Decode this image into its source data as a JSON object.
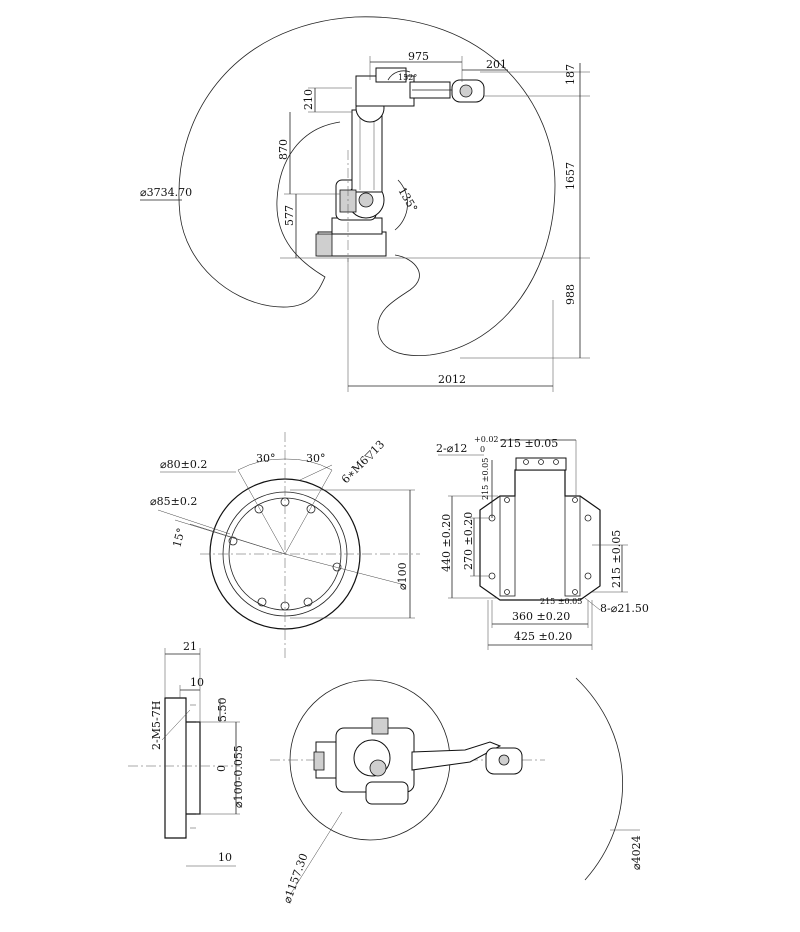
{
  "side_view": {
    "reach_975": "975",
    "flange_201": "201",
    "top_187": "187",
    "offset_210": "210",
    "arm_870": "870",
    "height_1657": "1657",
    "base_577": "577",
    "radius_3734": "⌀3734.70",
    "angle_135": "135°",
    "depth_988": "988",
    "reach_2012": "2012",
    "wrist_angle": "152°"
  },
  "flange_view": {
    "d80": "⌀80±0.2",
    "d85": "⌀85±0.2",
    "a30_left": "30°",
    "a30_right": "30°",
    "a15": "15°",
    "holes": "6∗M6▽13",
    "d100": "⌀100"
  },
  "base_view": {
    "pins": "2-⌀12",
    "pin_tol_top": "+0.02",
    "pin_tol_bot": "0",
    "top_215": "215 ±0.05",
    "left_215": "215 ±0.05",
    "h440": "440 ±0.20",
    "h270": "270 ±0.20",
    "right_215": "215 ±0.05",
    "bot_215": "215 ±0.05",
    "holes": "8-⌀21.50",
    "w360": "360 ±0.20",
    "w425": "425 ±0.20"
  },
  "shaft_view": {
    "d21": "21",
    "d10_top": "10",
    "pins": "2-M5-7H",
    "d550": "5.50",
    "d100": "⌀100-0.055",
    "zero": "0",
    "d10_bot": "10"
  },
  "top_view": {
    "d1157": "⌀1157.30",
    "d4024": "⌀4024"
  }
}
